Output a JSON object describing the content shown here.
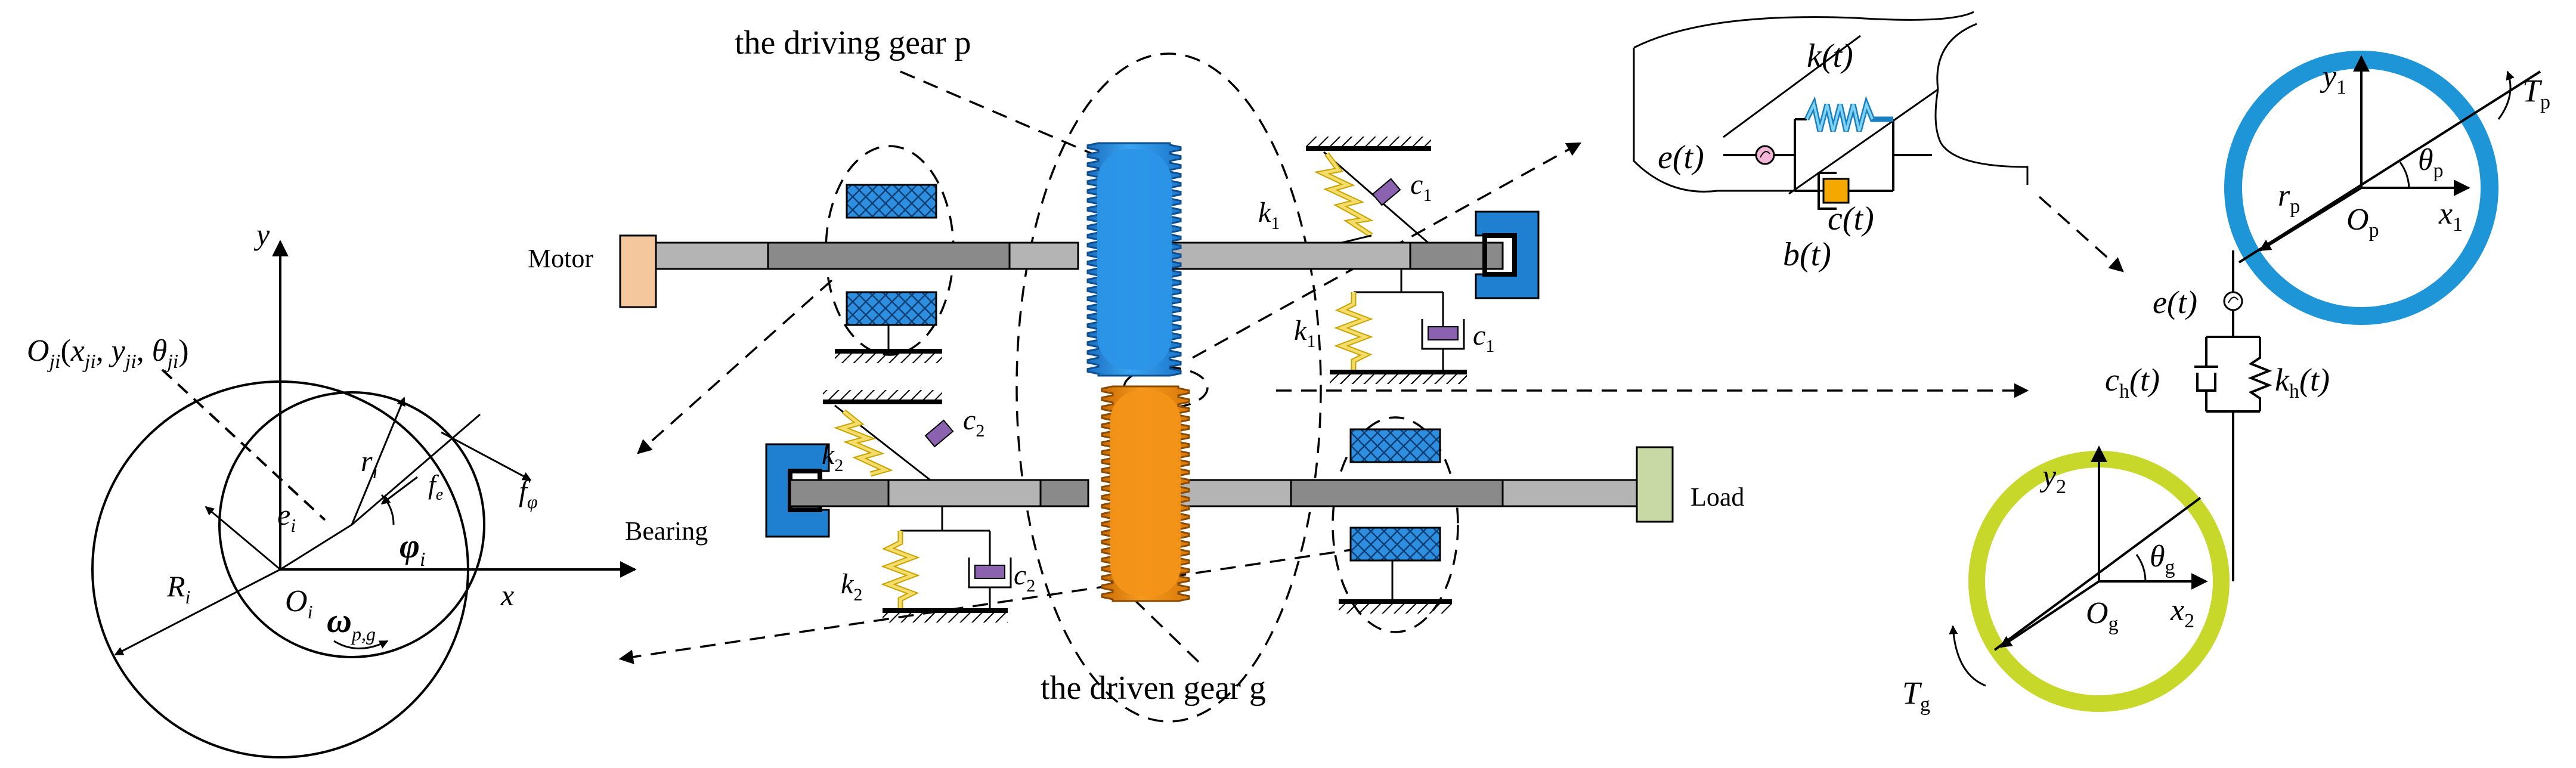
{
  "labels": {
    "driving_gear": "the driving gear p",
    "driven_gear": "the driven gear g",
    "motor": "Motor",
    "load": "Load",
    "bearing": "Bearing"
  },
  "left": {
    "y": "y",
    "x": "x",
    "coord_O": "O",
    "coord_O_sub": "ji",
    "coord_open": "(",
    "coord_x": "x",
    "coord_x_sub": "ji",
    "coord_comma1": ", ",
    "coord_y": "y",
    "coord_y_sub": "ji",
    "coord_comma2": ", ",
    "coord_theta": "θ",
    "coord_theta_sub": "ji",
    "coord_close": ")",
    "r": "r",
    "r_sub": "i",
    "e": "e",
    "e_sub": "i",
    "R": "R",
    "R_sub": "i",
    "O": "O",
    "O_sub": "i",
    "phi": "φ",
    "phi_sub": "i",
    "fe": "f",
    "fe_sub": "e",
    "fphi": "f",
    "fphi_sub": "φ",
    "omega": "ω",
    "omega_sub": "p,g"
  },
  "shaft": {
    "k1a": "k",
    "k1a_sub": "1",
    "c1a": "c",
    "c1a_sub": "1",
    "k1b": "k",
    "k1b_sub": "1",
    "c1b": "c",
    "c1b_sub": "1",
    "k2a": "k",
    "k2a_sub": "2",
    "c2a": "c",
    "c2a_sub": "2",
    "k2b": "k",
    "k2b_sub": "2",
    "c2b": "c",
    "c2b_sub": "2"
  },
  "mesh": {
    "k": "k(t)",
    "e": "e(t)",
    "c": "c(t)",
    "b": "b(t)"
  },
  "right": {
    "y1": "y",
    "y1_sub": "1",
    "x1": "x",
    "x1_sub": "1",
    "rp": "r",
    "rp_sub": "p",
    "Op": "O",
    "Op_sub": "p",
    "thp": "θ",
    "thp_sub": "p",
    "Tp": "T",
    "Tp_sub": "p",
    "et": "e(t)",
    "ch": "c",
    "ch_sub": "h",
    "ch_t": "(t)",
    "kh": "k",
    "kh_sub": "h",
    "kh_t": "(t)",
    "y2": "y",
    "y2_sub": "2",
    "x2": "x",
    "x2_sub": "2",
    "thg": "θ",
    "thg_sub": "g",
    "Og": "O",
    "Og_sub": "g",
    "Tg": "T",
    "Tg_sub": "g"
  },
  "colors": {
    "driving_gear": "#2a8fe0",
    "driven_gear": "#f08a10",
    "ring_p": "#1e95d6",
    "ring_g": "#c8d82a",
    "motor": "#f5c79c",
    "load": "#c9d9a6",
    "bearing_cap": "#1f7fd0",
    "bearing_block": "#2e8fe0",
    "spring": "#f4dd6a",
    "damper": "#8a62b0",
    "shaft_light": "#b4b4b4",
    "shaft_dark": "#8a8a8a"
  }
}
